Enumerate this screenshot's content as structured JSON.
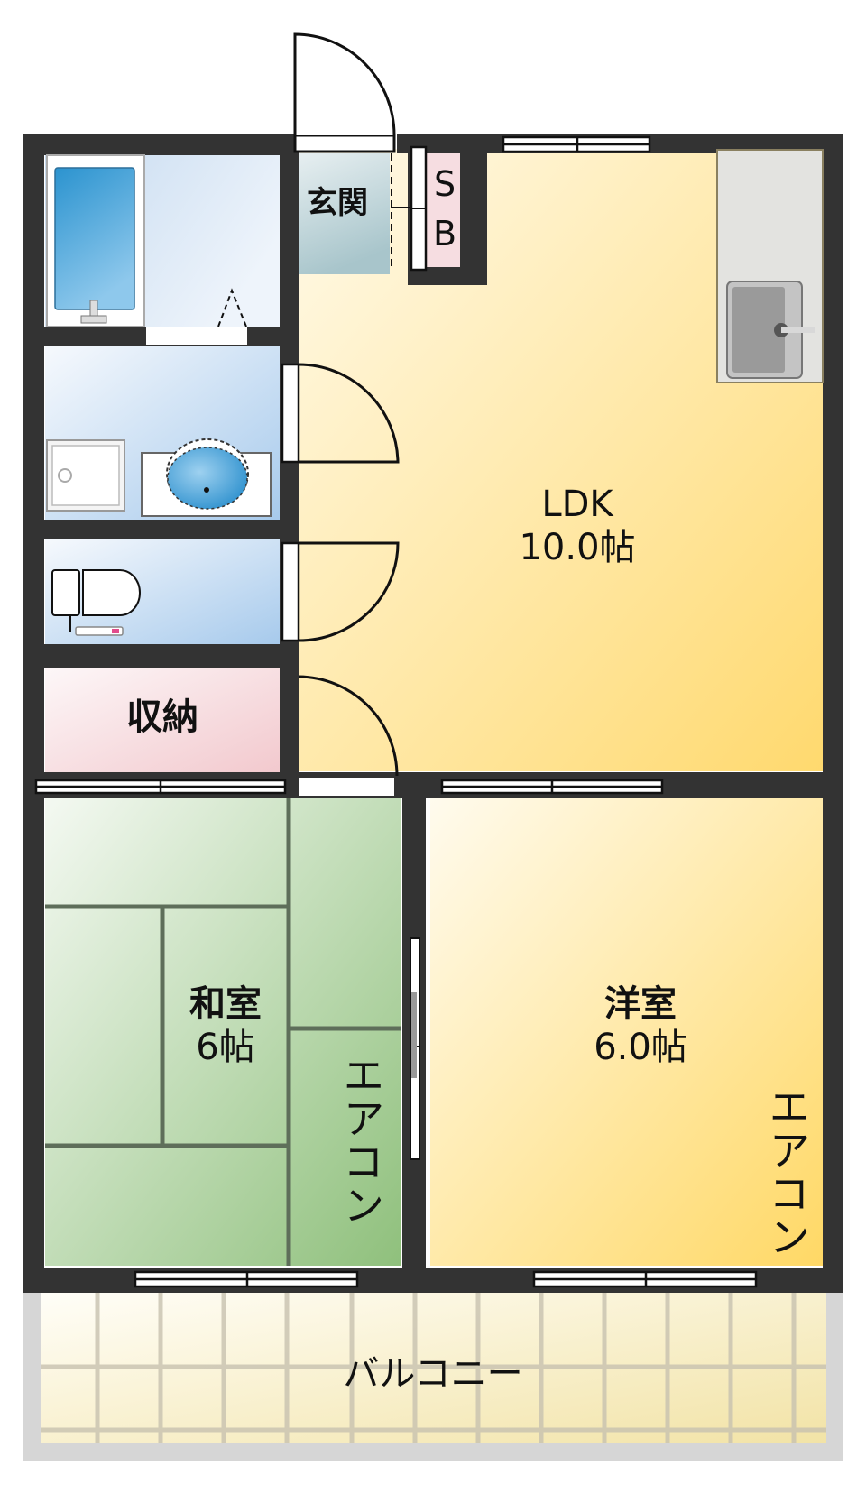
{
  "floorplan": {
    "colors": {
      "wall": "#333333",
      "ldk_light": "#fff8dc",
      "ldk_dark": "#ffd76a",
      "bath_light": "#f2f7fd",
      "bath_dark": "#9fc6ea",
      "genkan_light": "#e8f0f2",
      "genkan_dark": "#a9c6cc",
      "storage_light": "#fbf4f5",
      "storage_dark": "#f1c7cc",
      "washitsu_light": "#f3f8f0",
      "washitsu_dark": "#93c27f",
      "balcony_light": "#fffdf5",
      "balcony_dark": "#f4e6a8",
      "kitchen_counter": "#e3e3e0",
      "sink": "#9a9a9a",
      "tub": "#3a9ad3"
    },
    "rooms": {
      "genkan": {
        "label": "玄関"
      },
      "shoe_box": {
        "label_top": "S",
        "label_bottom": "B"
      },
      "ldk": {
        "name": "LDK",
        "size": "10.0帖"
      },
      "storage": {
        "label": "収納"
      },
      "washitsu": {
        "name": "和室",
        "size": "6帖"
      },
      "yoshitsu": {
        "name": "洋室",
        "size": "6.0帖"
      },
      "balcony": {
        "label": "バルコニー"
      }
    },
    "aircon_labels": {
      "washitsu": "エアコン",
      "yoshitsu": "エアコン"
    }
  }
}
